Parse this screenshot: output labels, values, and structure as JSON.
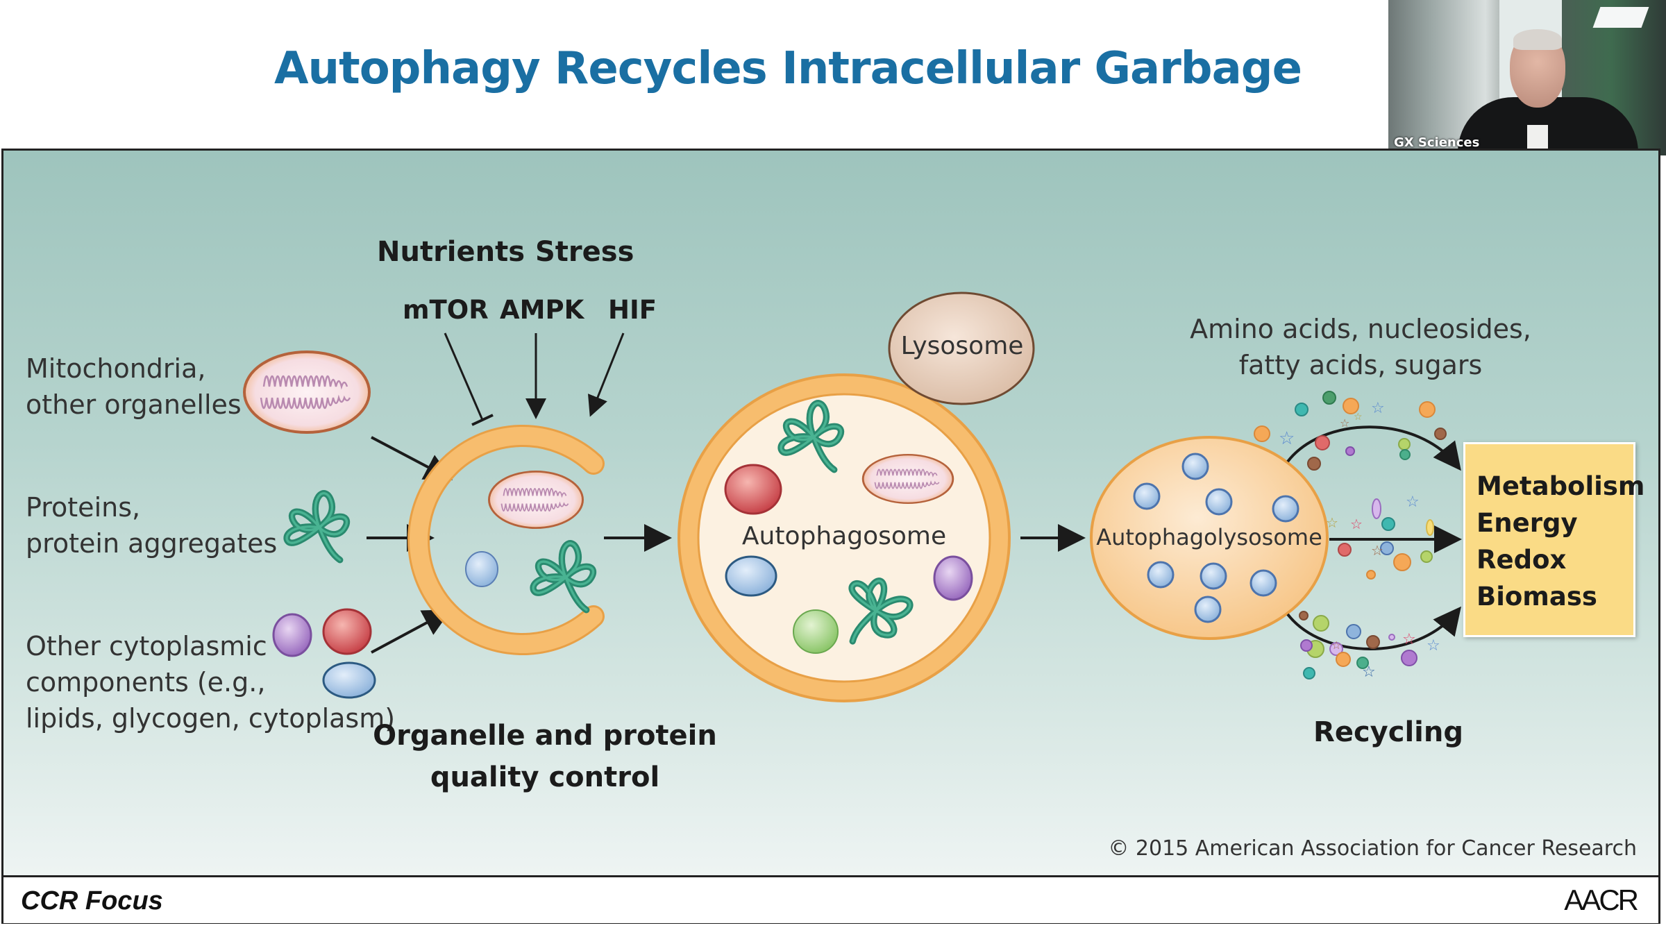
{
  "slide": {
    "title": "Autophagy Recycles Intracellular Garbage",
    "footer_left": "CCR Focus",
    "footer_right": "AACR",
    "copyright": "© 2015 American Association for Cancer Research"
  },
  "webcam": {
    "participant_name": "GX Sciences"
  },
  "diagram": {
    "signals": {
      "group_labels": [
        "Nutrients",
        "Stress"
      ],
      "regulators": [
        {
          "name": "mTOR",
          "effect": "inhibits"
        },
        {
          "name": "AMPK",
          "effect": "activates"
        },
        {
          "name": "HIF",
          "effect": "activates"
        }
      ]
    },
    "inputs": [
      {
        "line1": "Mitochondria,",
        "line2": "other organelles"
      },
      {
        "line1": "Proteins,",
        "line2": "protein aggregates"
      },
      {
        "line1": "Other cytoplasmic",
        "line2": "components (e.g.,",
        "line3": "lipids, glycogen, cytoplasm)"
      }
    ],
    "stages": {
      "lysosome": "Lysosome",
      "autophagosome": "Autophagosome",
      "autophagolysosome": "Autophagolysosome"
    },
    "products": {
      "line1": "Amino acids, nucleosides,",
      "line2": "fatty acids, sugars"
    },
    "outputs": [
      "Metabolism",
      "Energy",
      "Redox",
      "Biomass"
    ],
    "captions": {
      "quality_control_line1": "Organelle and protein",
      "quality_control_line2": "quality control",
      "recycling": "Recycling"
    },
    "colors": {
      "membrane": "#f5b45a",
      "lumen": "#fdf1de",
      "protein": "#2a8a6f",
      "output_box": "#fadb86",
      "title": "#1a6fa3"
    }
  }
}
